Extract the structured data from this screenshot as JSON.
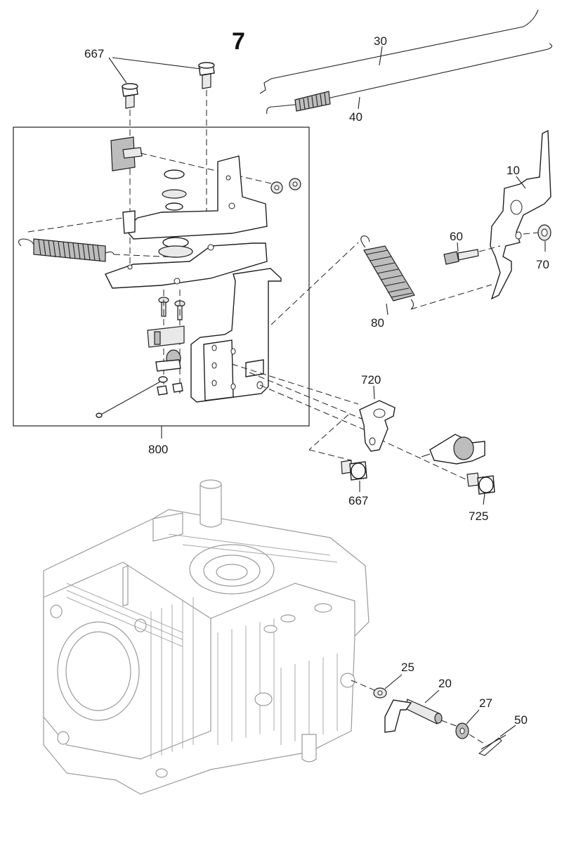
{
  "diagram": {
    "title": "7",
    "callouts": {
      "c667_top": "667",
      "c30": "30",
      "c40": "40",
      "c10": "10",
      "c60": "60",
      "c70": "70",
      "c80": "80",
      "c720": "720",
      "c800": "800",
      "c667_mid": "667",
      "c725": "725",
      "c25": "25",
      "c20": "20",
      "c27": "27",
      "c50": "50"
    }
  }
}
